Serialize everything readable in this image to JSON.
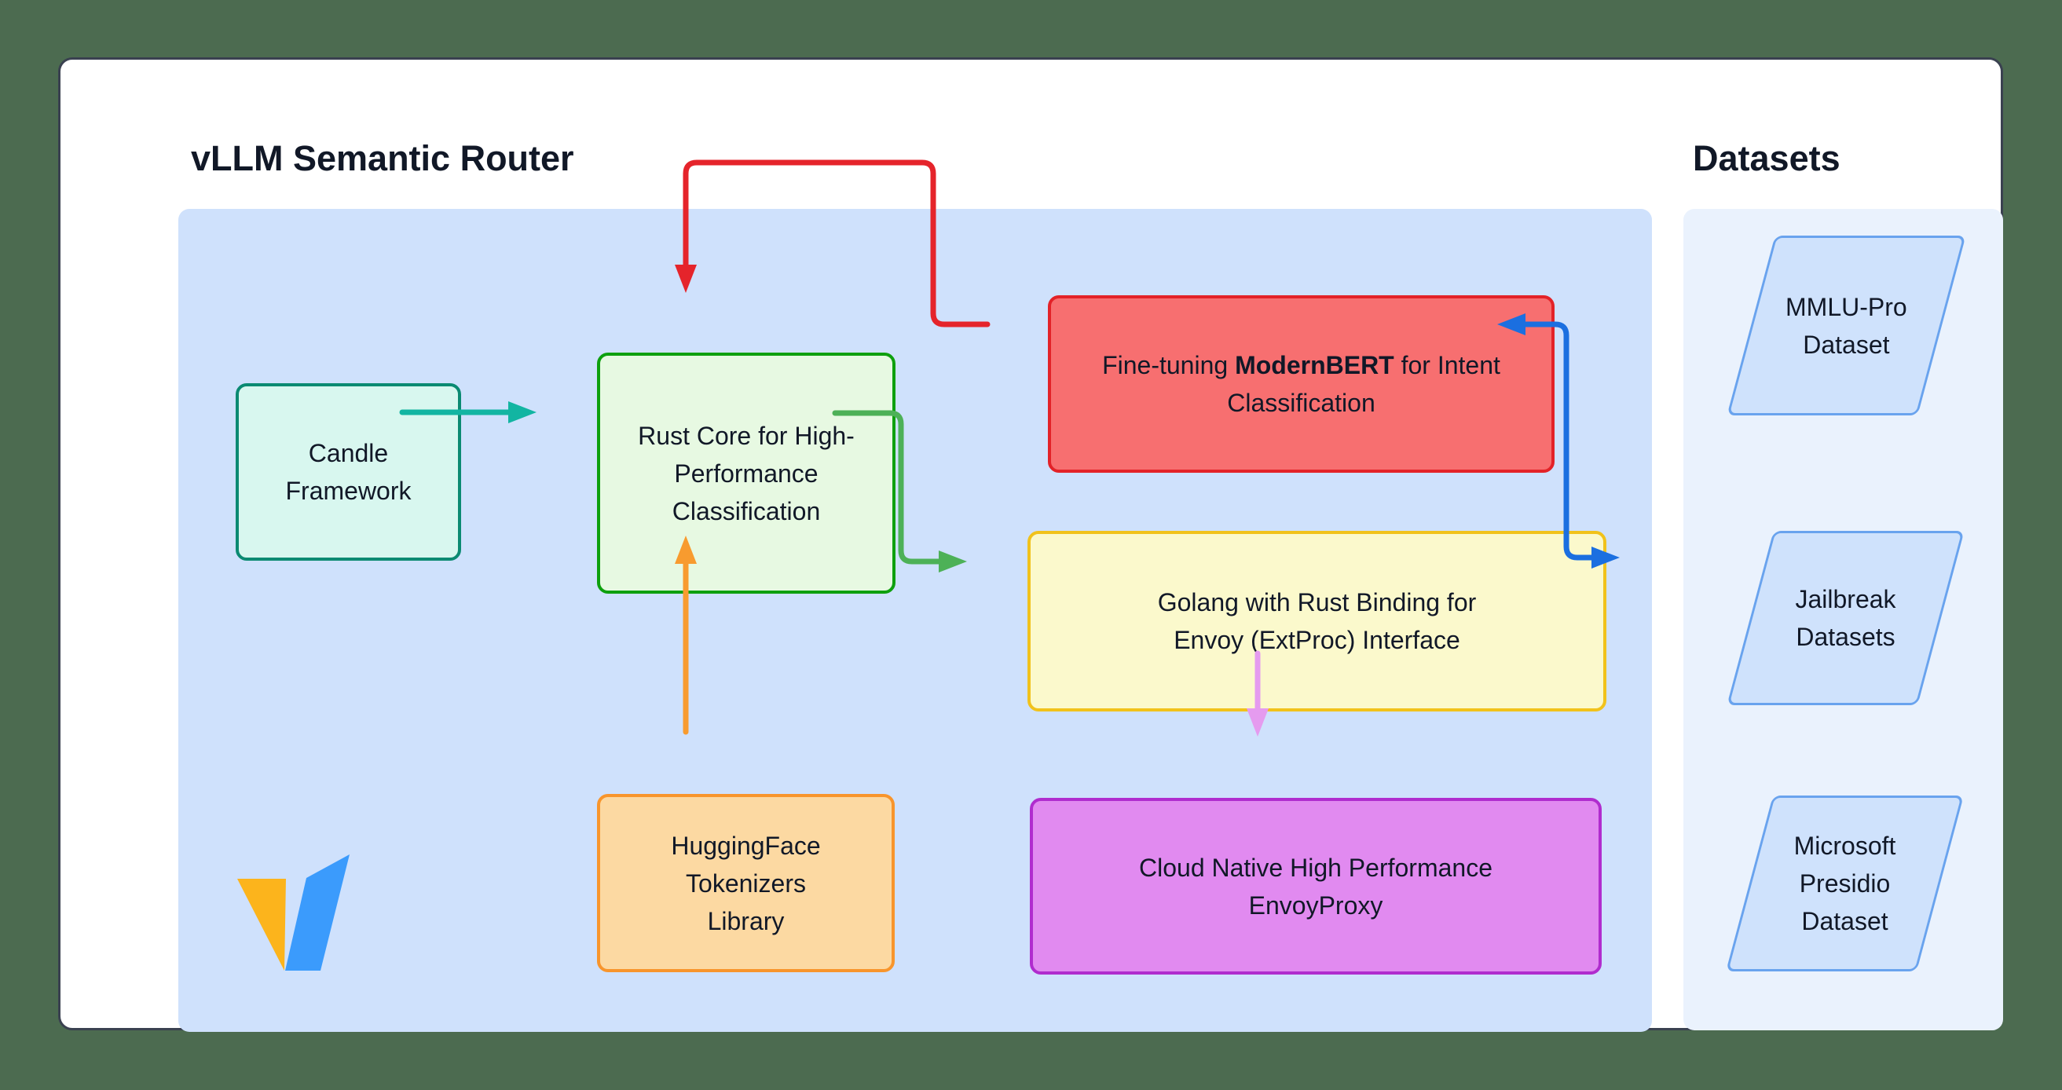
{
  "header": {
    "title": "vLLM Semantic Router",
    "datasets_title": "Datasets"
  },
  "nodes": {
    "candle": {
      "label": "Candle Framework"
    },
    "rust_core": {
      "label": "Rust Core for High-Performance Classification"
    },
    "modernbert": {
      "label_prefix": "Fine-tuning ",
      "label_bold": "ModernBERT",
      "label_suffix": " for Intent Classification"
    },
    "golang": {
      "label": "Golang with Rust Binding for Envoy (ExtProc) Interface"
    },
    "huggingface": {
      "label": "HuggingFace Tokenizers Library"
    },
    "envoyproxy": {
      "label": "Cloud Native High Performance EnvoyProxy"
    }
  },
  "datasets": [
    {
      "label": "MMLU-Pro Dataset"
    },
    {
      "label": "Jailbreak Datasets"
    },
    {
      "label": "Microsoft Presidio Dataset"
    }
  ],
  "edges": [
    {
      "from": "candle",
      "to": "rust_core",
      "color": "teal"
    },
    {
      "from": "modernbert",
      "to": "rust_core",
      "color": "red"
    },
    {
      "from": "rust_core",
      "to": "golang",
      "color": "green"
    },
    {
      "from": "huggingface",
      "to": "rust_core",
      "color": "orange"
    },
    {
      "from": "golang",
      "to": "envoyproxy",
      "color": "violet"
    },
    {
      "from": "jailbreak_datasets",
      "to": "modernbert",
      "color": "blue",
      "bidirectional": true
    }
  ],
  "logo": "vllm-logo",
  "colors": {
    "bg_outer": "#4c6b50",
    "card": "#ffffff",
    "card_border": "#3a4150",
    "text": "#111827",
    "panel_main": "#cfe1fc",
    "panel_datasets": "#eaf2fd",
    "candle_fill": "#d8f7ef",
    "candle_border": "#0b8a72",
    "rust_fill": "#e7f9e2",
    "rust_border": "#0ea00e",
    "bert_fill": "#f76f70",
    "bert_border": "#e32228",
    "golang_fill": "#fbf9cc",
    "golang_border": "#f1c21b",
    "hf_fill": "#fcd9a2",
    "hf_border": "#f8952c",
    "envoy_fill": "#e18af0",
    "envoy_border": "#b02cce",
    "ds_fill": "#cfe2fc",
    "ds_border": "#69a3ee",
    "teal": "#12b5a2",
    "red": "#e5242b",
    "green": "#4db157",
    "orange": "#f89b2f",
    "violet": "#e59bef",
    "blue": "#1b6fe0",
    "logo_yellow": "#fcb41c",
    "logo_blue": "#3b9bfc"
  }
}
